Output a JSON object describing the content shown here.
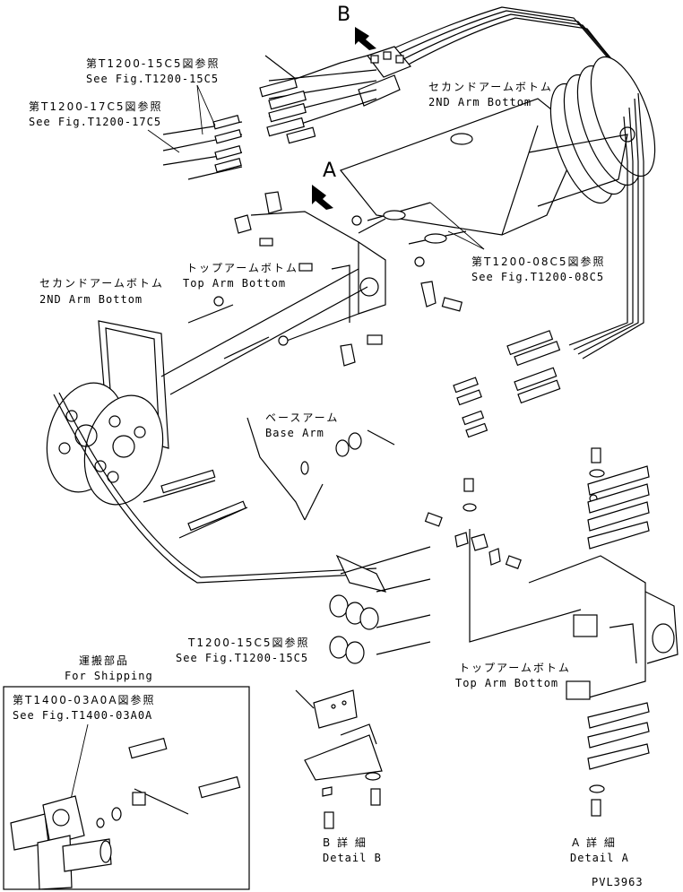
{
  "labels": {
    "view_b": "B",
    "view_a": "A",
    "ref_t1200_15c5_jp": "第T1200-15C5図参照",
    "ref_t1200_15c5_en": "See Fig.T1200-15C5",
    "ref_t1200_17c5_jp": "第T1200-17C5図参照",
    "ref_t1200_17c5_en": "See Fig.T1200-17C5",
    "second_arm_bottom_top_jp": "セカンドアームボトム",
    "second_arm_bottom_top_en": "2ND Arm Bottom",
    "second_arm_bottom_left_jp": "セカンドアームボトム",
    "second_arm_bottom_left_en": "2ND Arm Bottom",
    "top_arm_bottom_mid_jp": "トップアームボトム",
    "top_arm_bottom_mid_en": "Top Arm Bottom",
    "ref_t1200_08c5_jp": "第T1200-08C5図参照",
    "ref_t1200_08c5_en": "See Fig.T1200-08C5",
    "base_arm_jp": "ベースアーム",
    "base_arm_en": "Base Arm",
    "ref_detail_b_jp": "T1200-15C5図参照",
    "ref_detail_b_en": "See Fig.T1200-15C5",
    "top_arm_bottom_right_jp": "トップアームボトム",
    "top_arm_bottom_right_en": "Top Arm Bottom",
    "for_shipping_jp": "運搬部品",
    "for_shipping_en": "For Shipping",
    "ref_t1400_jp": "第T1400-03A0A図参照",
    "ref_t1400_en": "See Fig.T1400-03A0A",
    "detail_b_jp": "B 詳 細",
    "detail_b_en": "Detail B",
    "detail_a_jp": "A 詳 細",
    "detail_a_en": "Detail A",
    "drawing_no": "PVL3963"
  }
}
